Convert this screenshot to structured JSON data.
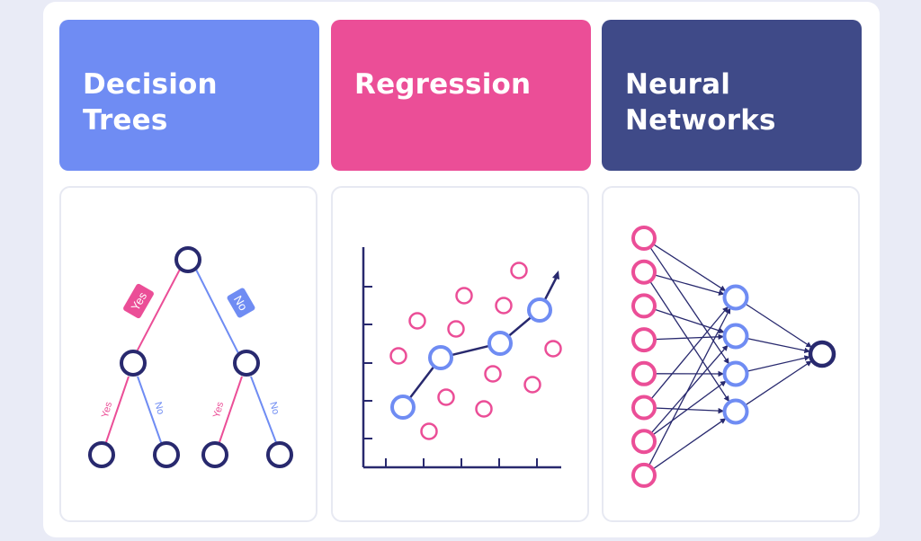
{
  "colors": {
    "blue": "#6f8cf3",
    "pink": "#eb4e97",
    "navy": "#3f4a88",
    "dark": "#28296e"
  },
  "cards": [
    {
      "title_lines": [
        "Decision",
        "Trees"
      ],
      "color": "#6f8cf3",
      "icon": "decision-tree-diagram"
    },
    {
      "title_lines": [
        "Regression"
      ],
      "color": "#eb4e97",
      "icon": "scatter-regression-plot"
    },
    {
      "title_lines": [
        "Neural",
        "Networks"
      ],
      "color": "#3f4a88",
      "icon": "neural-network-diagram"
    }
  ],
  "tree": {
    "root_left": "Yes",
    "root_right": "No",
    "left_left": "Yes",
    "left_right": "No",
    "right_left": "Yes",
    "right_right": "No"
  },
  "network": {
    "layers": [
      8,
      4,
      1
    ]
  }
}
